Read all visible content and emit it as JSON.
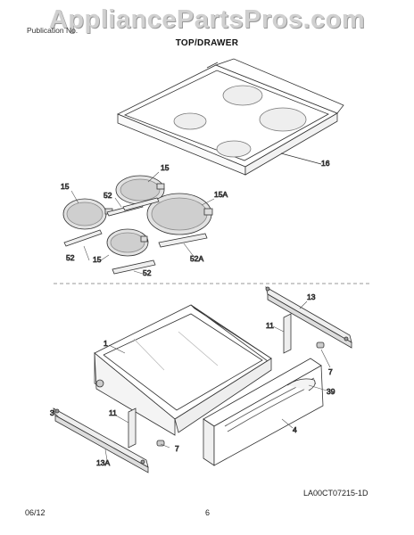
{
  "watermark": "AppliancePartsPros.com",
  "header": {
    "publication_label": "Publication No.",
    "model": "",
    "section_title": "TOP/DRAWER"
  },
  "callouts": {
    "c16": "16",
    "c15a": "15",
    "c15b": "15",
    "c15c": "15",
    "c15A": "15A",
    "c52a": "52",
    "c52b": "52",
    "c52c": "52",
    "c52A": "52A",
    "c1": "1",
    "c11a": "11",
    "c11b": "11",
    "c13": "13",
    "c13A": "13A",
    "c7a": "7",
    "c7b": "7",
    "c39": "39",
    "c4": "4",
    "c3": "3"
  },
  "diagram_code": "LA00CT07215-1D",
  "footer": {
    "date": "06/12",
    "page_number": "6"
  }
}
